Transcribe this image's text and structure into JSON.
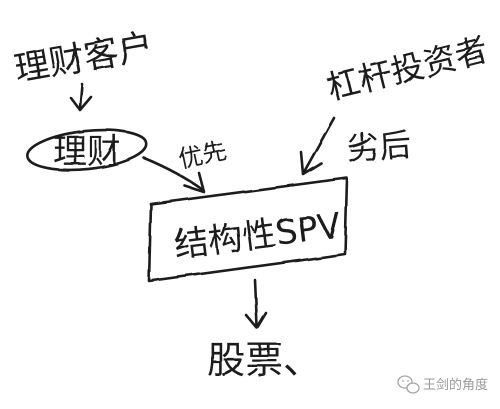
{
  "diagram": {
    "nodes": {
      "wealth_clients": "理财客户",
      "wealth_product": "理财",
      "leveraged_investors": "杠杆投资者",
      "structured_spv": "结构性SPV",
      "stocks": "股票、"
    },
    "edge_labels": {
      "priority": "优先",
      "subordinate": "劣后"
    }
  },
  "watermark": {
    "text": "王剑的角度",
    "icon": "wechat-icon"
  }
}
